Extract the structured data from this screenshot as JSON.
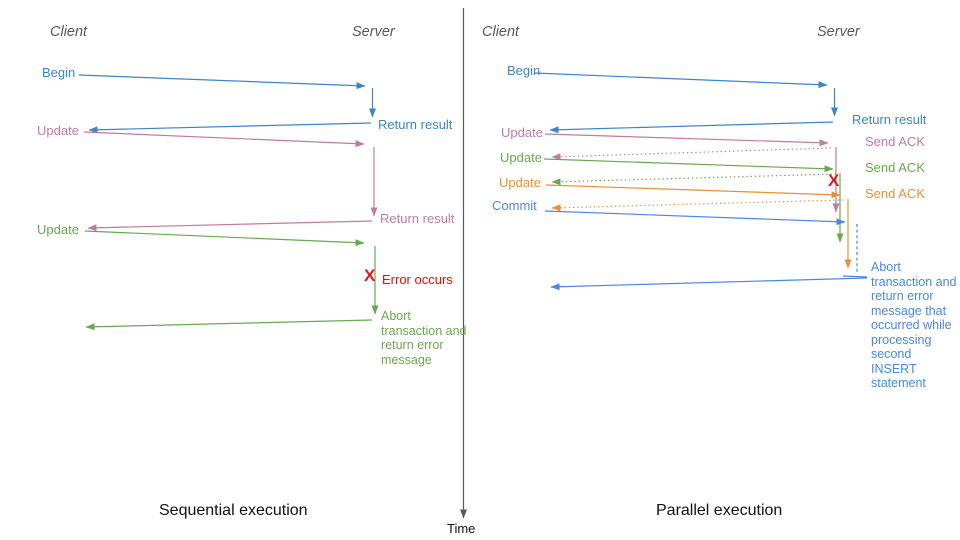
{
  "palette": {
    "blue": "#3d85c6",
    "cornflower_blue": "#4a86e8",
    "pink": "#c27ba0",
    "green": "#6aa84f",
    "orange": "#e69138",
    "red": "#ff0000",
    "header_gray": "#58595b"
  },
  "left": {
    "title": "Sequential execution",
    "client_header": "Client",
    "server_header": "Server",
    "labels": {
      "begin": "Begin",
      "return_result_1": "Return result",
      "update_1": "Update",
      "return_result_2": "Return result",
      "update_2": "Update",
      "error_mark": "X",
      "error_occurs": "Error occurs",
      "abort": "Abort transaction and return error message"
    }
  },
  "right": {
    "title": "Parallel execution",
    "client_header": "Client",
    "server_header": "Server",
    "labels": {
      "begin": "Begin",
      "return_result": "Return result",
      "update_1": "Update",
      "send_ack_1": "Send ACK",
      "update_2": "Update",
      "send_ack_2": "Send ACK",
      "update_3": "Update",
      "send_ack_3": "Send ACK",
      "commit": "Commit",
      "error_mark": "X",
      "abort": "Abort transaction and return error message that occurred while processing second INSERT statement"
    }
  },
  "time_axis": {
    "label": "Time"
  }
}
